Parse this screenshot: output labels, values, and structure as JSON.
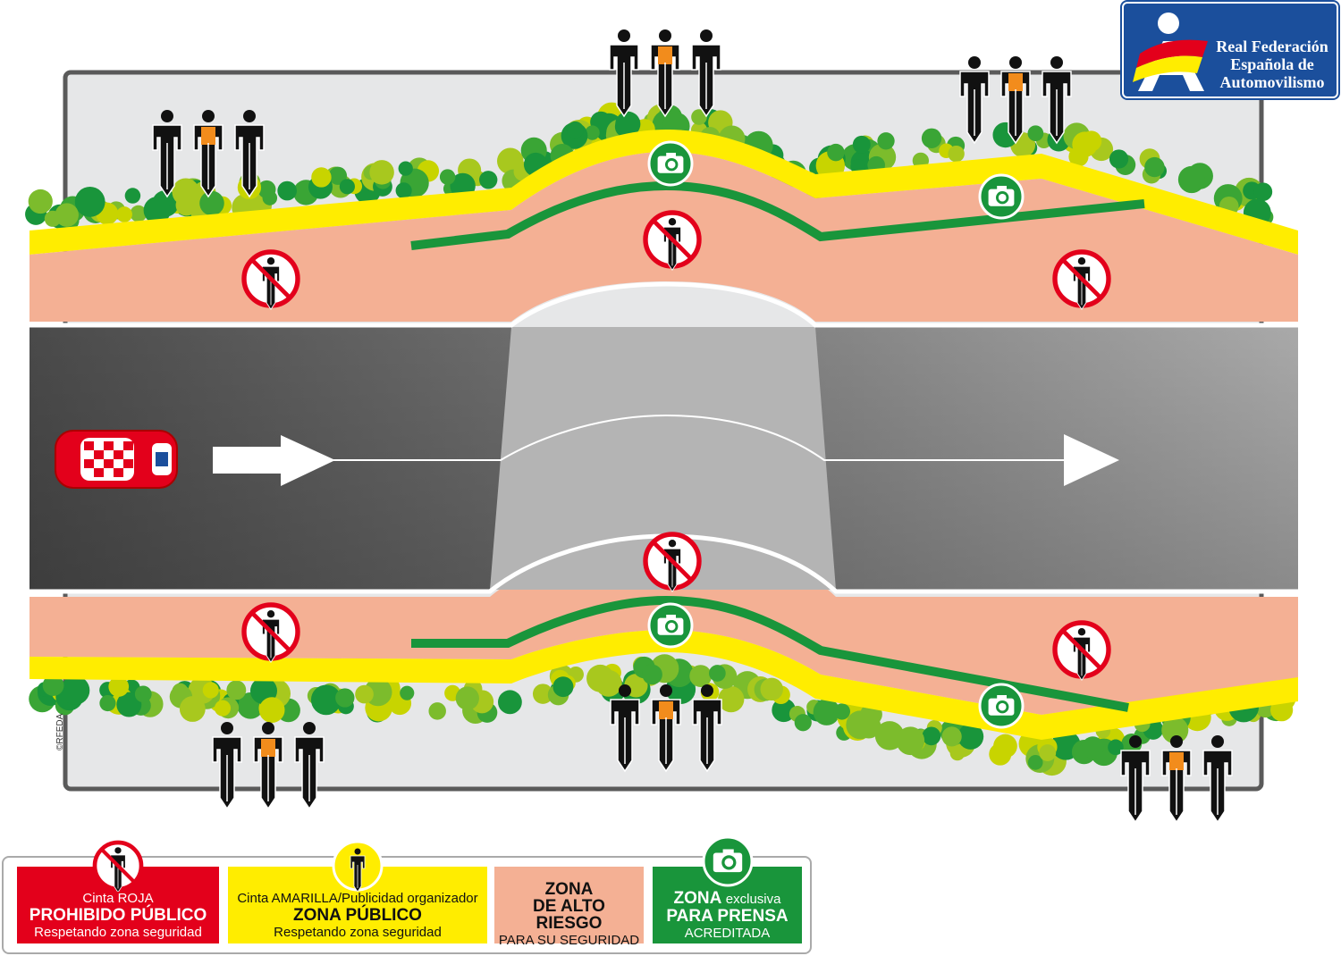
{
  "logo": {
    "lines": [
      "Real Federación",
      "Española de",
      "Automovilismo"
    ]
  },
  "copyright": "©RFEDA",
  "colors": {
    "red": "#e3001b",
    "yellow": "#ffed00",
    "salmon": "#f4b094",
    "green": "#19953b",
    "orange": "#f28c1c"
  },
  "legend": [
    {
      "small_top": "Cinta ROJA",
      "big": "PROHIBIDO PÚBLICO",
      "small_bottom": "Respetando zona seguridad",
      "icon": "no-public-icon"
    },
    {
      "small_top": "Cinta AMARILLA/Publicidad organizador",
      "big": "ZONA PÚBLICO",
      "small_bottom": "Respetando zona seguridad",
      "icon": "spectator-icon"
    },
    {
      "big_lines": [
        "ZONA",
        "DE ALTO",
        "RIESGO"
      ],
      "small_bottom": "PARA SU SEGURIDAD"
    },
    {
      "big_a": "ZONA",
      "small_a": "exclusiva",
      "big": "PARA PRENSA",
      "small_bottom": "ACREDITADA",
      "icon": "camera-icon"
    }
  ]
}
